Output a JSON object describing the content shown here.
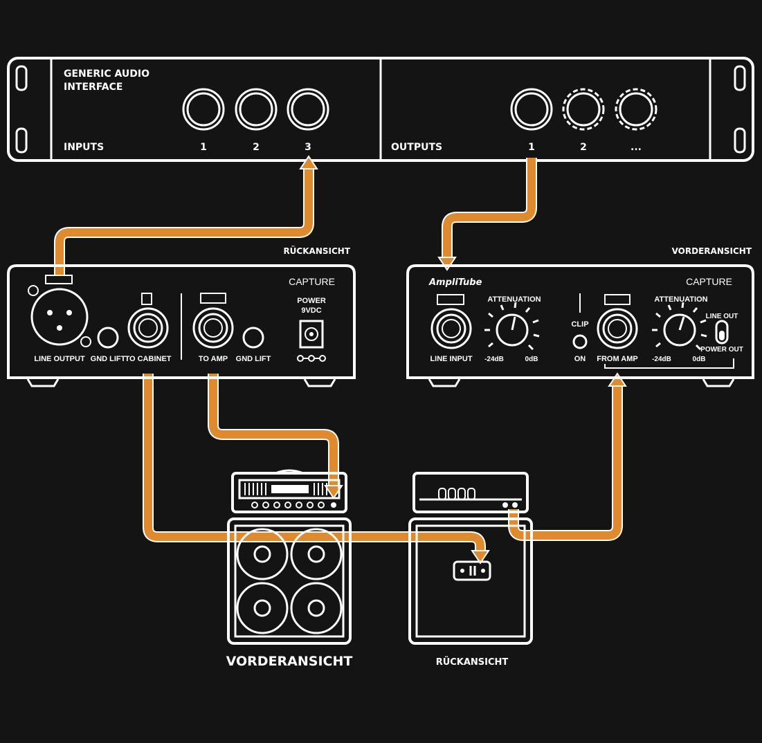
{
  "interface": {
    "title_line1": "GENERIC AUDIO",
    "title_line2": "INTERFACE",
    "inputs_label": "INPUTS",
    "outputs_label": "OUTPUTS",
    "input_numbers": [
      "1",
      "2",
      "3"
    ],
    "output_numbers": [
      "1",
      "2",
      "..."
    ]
  },
  "capture_rear": {
    "view_label": "RÜCKANSICHT",
    "brand": "CAPTURE",
    "line_output": "LINE OUTPUT",
    "gnd_lift_1": "GND LIFT",
    "to_cabinet": "TO CABINET",
    "to_amp": "TO AMP",
    "gnd_lift_2": "GND LIFT",
    "power_line1": "POWER",
    "power_line2": "9VDC"
  },
  "capture_front": {
    "view_label": "VORDERANSICHT",
    "logo": "AmpliTube",
    "brand": "CAPTURE",
    "line_input": "LINE INPUT",
    "attenuation_1": "ATTENUATION",
    "att1_min": "-24dB",
    "att1_max": "0dB",
    "clip": "CLIP",
    "on": "ON",
    "from_amp": "FROM AMP",
    "attenuation_2": "ATTENUATION",
    "att2_min": "-24dB",
    "att2_max": "0dB",
    "line_out": "LINE OUT",
    "power_out": "POWER OUT"
  },
  "cabinet_front": {
    "view_label": "VORDERANSICHT"
  },
  "amp_rear": {
    "view_label": "RÜCKANSICHT"
  },
  "colors": {
    "background": "#151414",
    "cable": "#e08a2e",
    "line": "#ffffff"
  }
}
